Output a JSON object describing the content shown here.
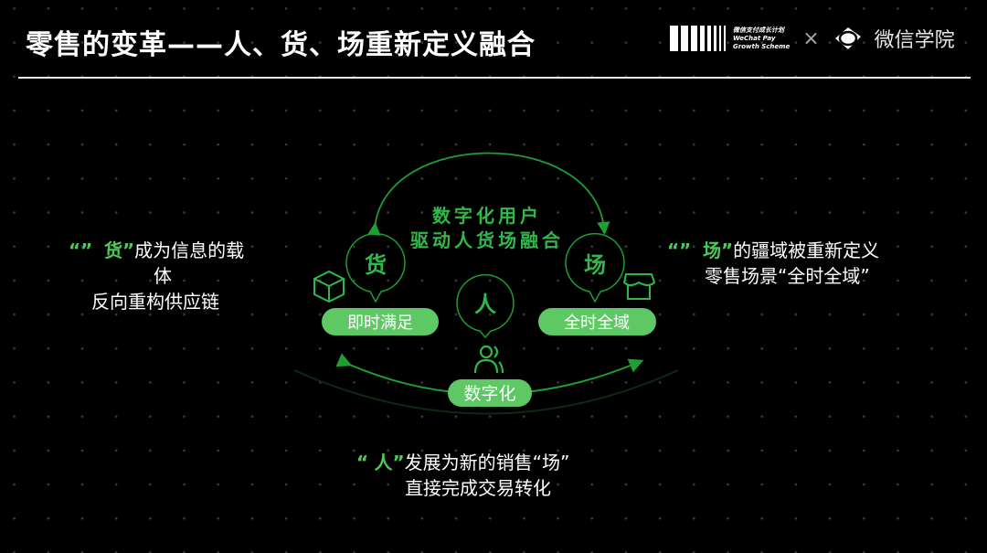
{
  "header": {
    "title": "零售的变革——人、货、场重新定义融合",
    "logo_wechatpay": {
      "line1": "微信支付成长计划",
      "line2": "WeChat Pay",
      "line3": "Growth Scheme"
    },
    "times": "×",
    "logo_academy": "微信学院"
  },
  "diagram": {
    "center_line1": "数字化用户",
    "center_line2": "驱动人货场融合",
    "node_goods": "货",
    "node_place": "场",
    "node_people": "人",
    "pill_goods": "即时满足",
    "pill_place": "全时全域",
    "pill_people": "数字化"
  },
  "left_text": {
    "quote": "“”",
    "key": "货”",
    "line1": "成为信息的载",
    "line2": "体",
    "line3": "反向重构供应链"
  },
  "right_text": {
    "quote": "“”",
    "key": "场”",
    "line1": "的疆域被重新定义",
    "line2": "零售场景“全时全域”"
  },
  "bottom_text": {
    "quote": "“",
    "key": "人”",
    "line1": "发展为新的销售“场”",
    "line2": "直接完成交易转化"
  },
  "colors": {
    "green": "#4cc95a",
    "line_green": "#1f9e32",
    "pill": "#5ec865"
  }
}
